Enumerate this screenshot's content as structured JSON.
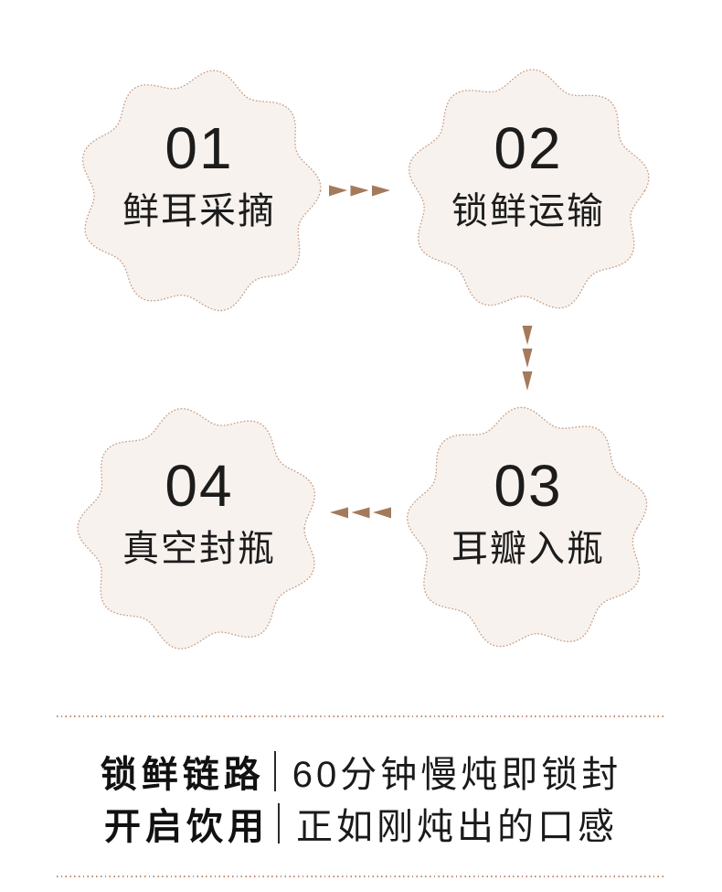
{
  "colors": {
    "background": "#ffffff",
    "blob_fill": "#f7f2ee",
    "blob_border_dot": "#c89e85",
    "arrow": "#a47a5b",
    "divider_dot": "#c08a66",
    "text": "#1c1c1c"
  },
  "steps": [
    {
      "number": "01",
      "label": "鲜耳采摘"
    },
    {
      "number": "02",
      "label": "锁鲜运输"
    },
    {
      "number": "03",
      "label": "耳瓣入瓶"
    },
    {
      "number": "04",
      "label": "真空封瓶"
    }
  ],
  "footer": {
    "rows": [
      {
        "title": "锁鲜链路",
        "description": "60分钟慢炖即锁封"
      },
      {
        "title": "开启饮用",
        "description": "正如刚炖出的口感"
      }
    ]
  }
}
